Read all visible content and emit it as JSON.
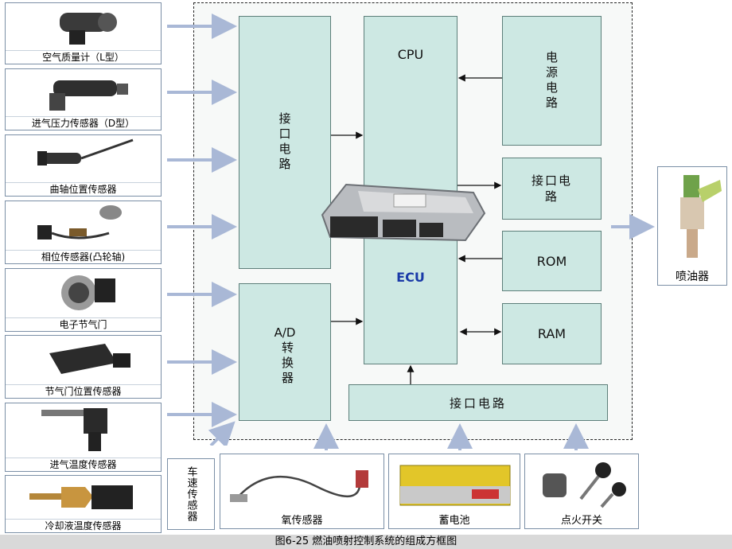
{
  "sensors": [
    {
      "label": "空气质量计（L型）"
    },
    {
      "label": "进气压力传感器（D型）"
    },
    {
      "label": "曲轴位置传感器"
    },
    {
      "label": "相位传感器(凸轮轴)"
    },
    {
      "label": "电子节气门"
    },
    {
      "label": "节气门位置传感器"
    },
    {
      "label": "进气温度传感器"
    },
    {
      "label": "冷却液温度传感器"
    }
  ],
  "blocks": {
    "interface_left": "接口电路",
    "ad_converter_line1": "A/D",
    "ad_converter_line2": "转换器",
    "cpu": "CPU",
    "ecu": "ECU",
    "power_circuit": "电源电路",
    "interface_right": "接口电路",
    "rom": "ROM",
    "ram": "RAM",
    "interface_bottom": "接口电路"
  },
  "bottom_inputs": {
    "vehicle_speed": "车速传感器",
    "oxygen": "氧传感器",
    "battery": "蓄电池",
    "ignition": "点火开关"
  },
  "output": {
    "injector": "喷油器"
  },
  "caption": "图6-25   燃油喷射控制系统的组成方框图",
  "colors": {
    "block_fill": "#cde8e3",
    "arrow": "#a9b8d6",
    "border": "#5d7f7a"
  }
}
